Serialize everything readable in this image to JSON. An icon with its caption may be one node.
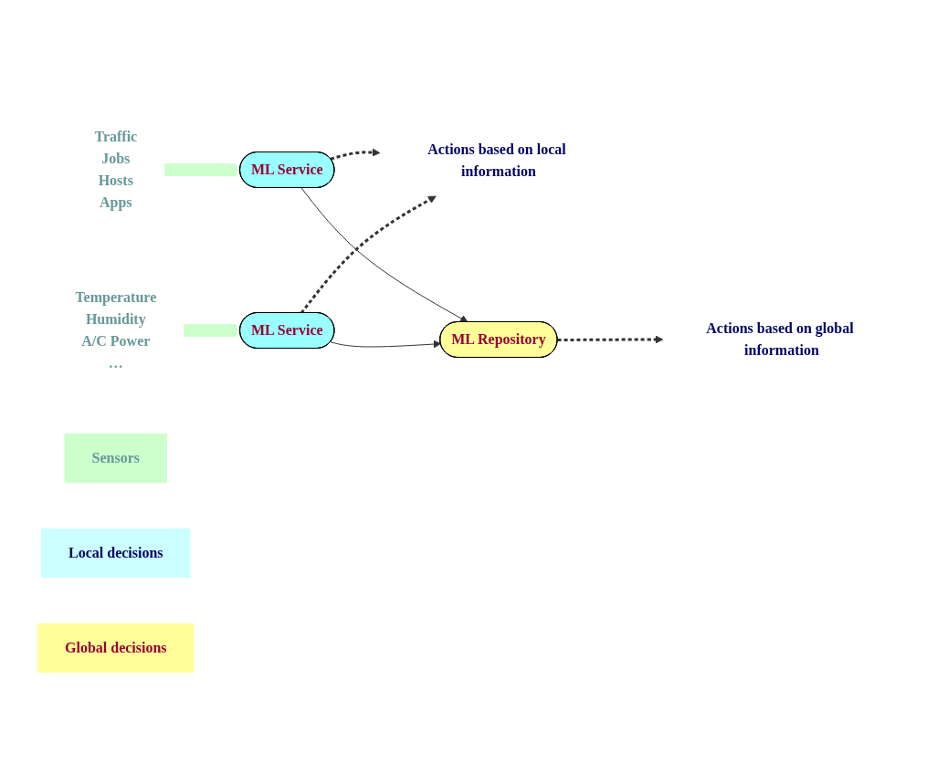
{
  "diagram": {
    "nodes": [
      {
        "text": [
          "Traffic",
          "Jobs",
          "Hosts",
          "Apps"
        ]
      },
      {
        "text": [
          "ML Service"
        ]
      },
      {
        "text": [
          "Actions based on local information"
        ]
      },
      {
        "text": [
          "ML Repository"
        ]
      },
      {
        "text": [
          "Actions based on global information"
        ]
      },
      {
        "text": [
          "Temperature",
          "Humidity",
          "A/C Power",
          "…"
        ]
      },
      {
        "text": [
          "ML Service"
        ]
      },
      {
        "text": [
          "Sensors"
        ]
      },
      {
        "text": [
          "Local decisions"
        ]
      },
      {
        "text": [
          "Global decisions"
        ]
      }
    ],
    "edges": [
      {
        "from": 0,
        "to": 1,
        "arrow": "to",
        "style": "thick",
        "color": "#ccffcc"
      },
      {
        "from": 1,
        "to": 2,
        "arrow": "to",
        "style": "dashed"
      },
      {
        "from": 1,
        "to": 3,
        "arrow": "to"
      },
      {
        "from": 6,
        "to": 2,
        "arrow": "to",
        "style": "dashed"
      },
      {
        "from": 6,
        "to": 3,
        "arrow": "to"
      },
      {
        "from": 3,
        "to": 4,
        "arrow": "to",
        "style": "dashed"
      },
      {
        "from": 5,
        "to": 6,
        "arrow": "to",
        "style": "thick",
        "color": "#ccffcc"
      }
    ]
  }
}
